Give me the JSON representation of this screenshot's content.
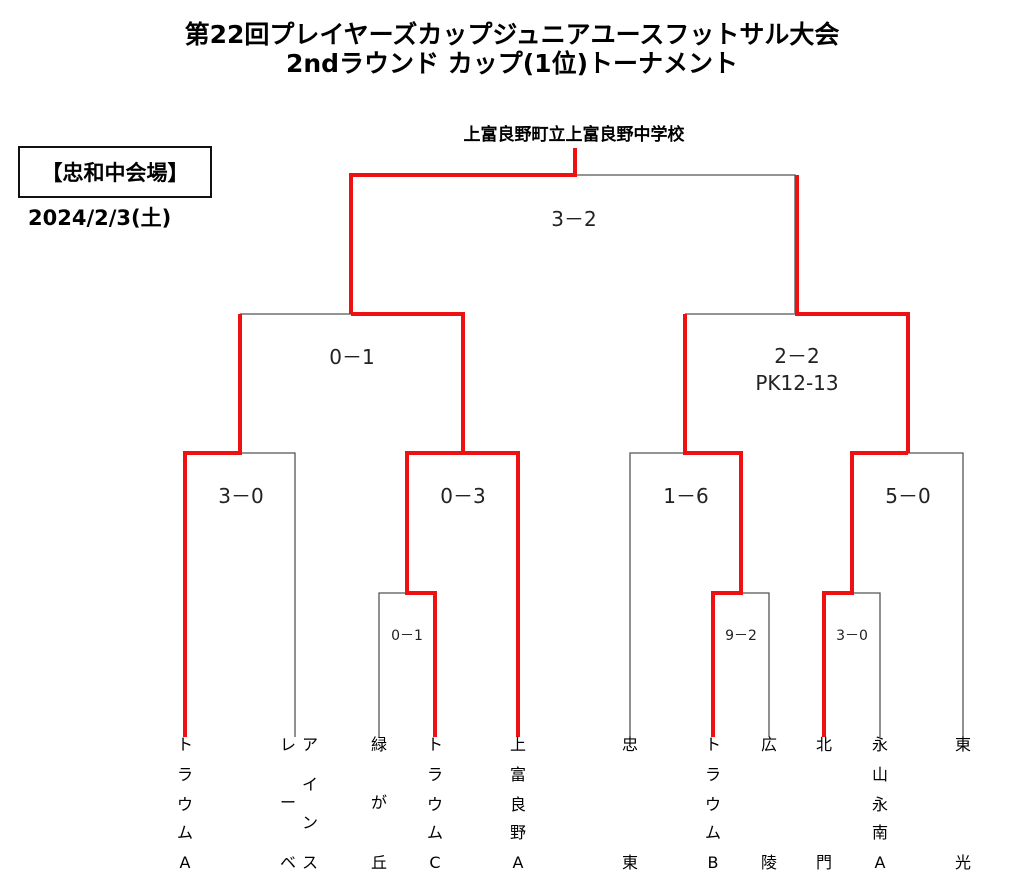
{
  "header": {
    "title_line1": "第22回プレイヤーズカップジュニアユースフットサル大会",
    "title_line2": "2ndラウンド カップ(1位)トーナメント"
  },
  "venue": {
    "label": "【忠和中会場】",
    "date": "2024/2/3(土)"
  },
  "winner_label": "上富良野町立上富良野中学校",
  "teams": [
    [
      "ト",
      "ラ",
      "ウ",
      "ム",
      "A"
    ],
    [
      "ア",
      "イ",
      "ン",
      "ス"
    ],
    [
      "レ",
      "ー",
      "ベ"
    ],
    [
      "緑",
      "が",
      "丘"
    ],
    [
      "ト",
      "ラ",
      "ウ",
      "ム",
      "C"
    ],
    [
      "上",
      "富",
      "良",
      "野",
      "A"
    ],
    [
      "忠",
      "東"
    ],
    [
      "ト",
      "ラ",
      "ウ",
      "ム",
      "B"
    ],
    [
      "広",
      "陵"
    ],
    [
      "北",
      "門"
    ],
    [
      "永",
      "山",
      "永",
      "南",
      "A"
    ],
    [
      "東",
      "光"
    ]
  ],
  "scores": {
    "final": "3－2",
    "semi_left": "0－1",
    "semi_right": "2－2",
    "semi_right_pk": "PK12-13",
    "qf1": "3－0",
    "qf2": "0－3",
    "qf3": "1－6",
    "qf4": "5－0",
    "r1_a": "0－1",
    "r1_b": "9－2",
    "r1_c": "3－0"
  }
}
